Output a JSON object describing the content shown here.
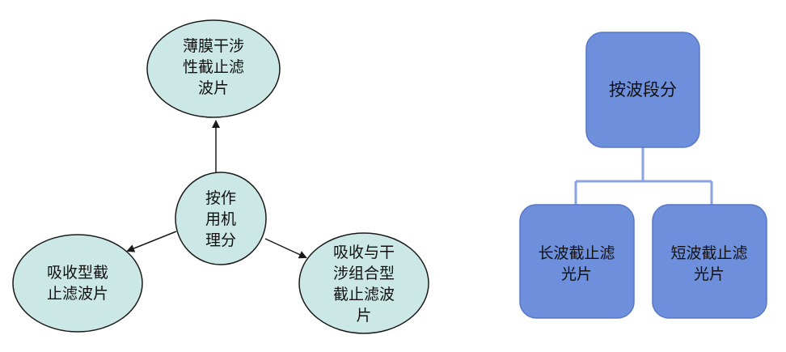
{
  "left_diagram": {
    "center": {
      "lines": [
        "按作",
        "用机",
        "理分"
      ]
    },
    "top": {
      "lines": [
        "薄膜干涉",
        "性截止滤",
        "波片"
      ]
    },
    "left": {
      "lines": [
        "吸收型截",
        "止滤波片"
      ]
    },
    "right": {
      "lines": [
        "吸收与干",
        "涉组合型",
        "截止滤波",
        "片"
      ]
    }
  },
  "right_diagram": {
    "root": {
      "label": "按波段分"
    },
    "child_left": {
      "lines": [
        "长波截止滤",
        "光片"
      ]
    },
    "child_right": {
      "lines": [
        "短波截止滤",
        "光片"
      ]
    }
  },
  "colors": {
    "ellipse_fill": "#cce8e6",
    "ellipse_stroke": "#1a1a1a",
    "arrow": "#1a1a1a",
    "box_fill": "#6e8fdc",
    "box_stroke": "#5877c6",
    "connector": "#8aa4e0",
    "text": "#111111"
  }
}
